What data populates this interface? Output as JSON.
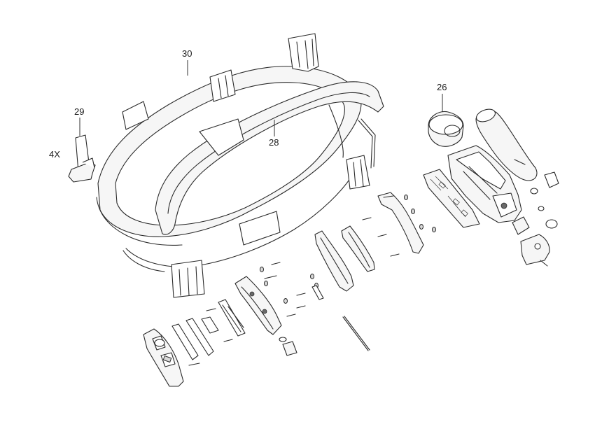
{
  "callouts": {
    "c30": "30",
    "c29": "29",
    "c4x": "4X",
    "c28": "28",
    "c26": "26"
  }
}
